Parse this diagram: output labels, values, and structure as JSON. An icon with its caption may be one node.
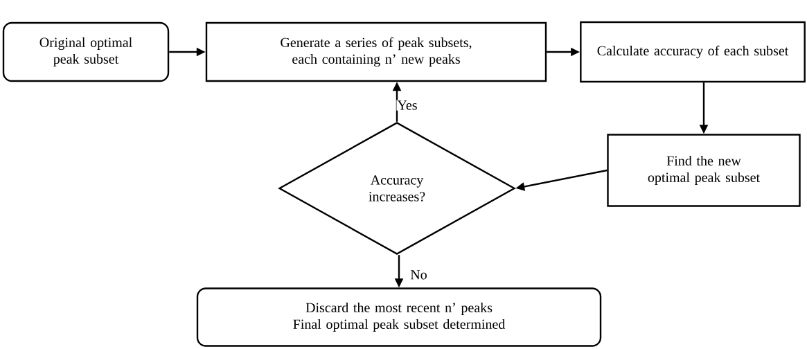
{
  "diagram": {
    "nodes": [
      {
        "text": [
          "Original optimal peak subset"
        ]
      },
      {
        "text": [
          "Generate a series of peak subsets, each containing n’ new peaks"
        ]
      },
      {
        "text": [
          "Calculate accuracy of each subset"
        ]
      },
      {
        "text": [
          "Find the new optimal peak subset"
        ]
      },
      {
        "text": [
          "Accuracy increases?"
        ]
      },
      {
        "text": [
          "Discard the most recent n’ peaks",
          "Final optimal peak subset determined"
        ]
      }
    ],
    "edges": [
      {
        "from": 0,
        "to": 1,
        "arrow": "to"
      },
      {
        "from": 1,
        "to": 2,
        "arrow": "to"
      },
      {
        "from": 2,
        "to": 3,
        "arrow": "to"
      },
      {
        "from": 3,
        "to": 4,
        "arrow": "to"
      },
      {
        "from": 4,
        "to": 1,
        "arrow": "to",
        "label": "Yes"
      },
      {
        "from": 4,
        "to": 5,
        "arrow": "to",
        "label": "No"
      }
    ]
  }
}
